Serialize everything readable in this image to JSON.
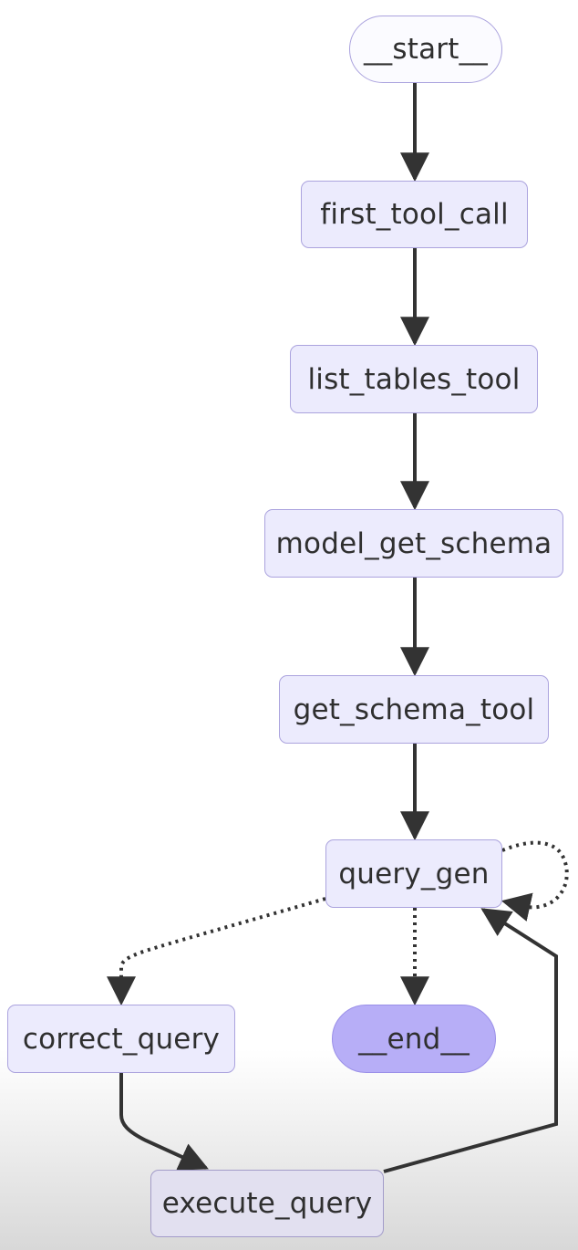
{
  "nodes": {
    "start": "__start__",
    "first_tool_call": "first_tool_call",
    "list_tables_tool": "list_tables_tool",
    "model_get_schema": "model_get_schema",
    "get_schema_tool": "get_schema_tool",
    "query_gen": "query_gen",
    "correct_query": "correct_query",
    "end": "__end__",
    "execute_query": "execute_query"
  },
  "edges": [
    {
      "from": "__start__",
      "to": "first_tool_call",
      "style": "solid"
    },
    {
      "from": "first_tool_call",
      "to": "list_tables_tool",
      "style": "solid"
    },
    {
      "from": "list_tables_tool",
      "to": "model_get_schema",
      "style": "solid"
    },
    {
      "from": "model_get_schema",
      "to": "get_schema_tool",
      "style": "solid"
    },
    {
      "from": "get_schema_tool",
      "to": "query_gen",
      "style": "solid"
    },
    {
      "from": "query_gen",
      "to": "query_gen",
      "style": "dotted"
    },
    {
      "from": "query_gen",
      "to": "correct_query",
      "style": "dotted"
    },
    {
      "from": "query_gen",
      "to": "__end__",
      "style": "dotted"
    },
    {
      "from": "correct_query",
      "to": "execute_query",
      "style": "solid"
    },
    {
      "from": "execute_query",
      "to": "query_gen",
      "style": "solid"
    }
  ],
  "colors": {
    "node_fill": "#ecebfd",
    "node_border": "#aba3de",
    "end_fill": "#b7aef7",
    "edge": "#333333"
  }
}
